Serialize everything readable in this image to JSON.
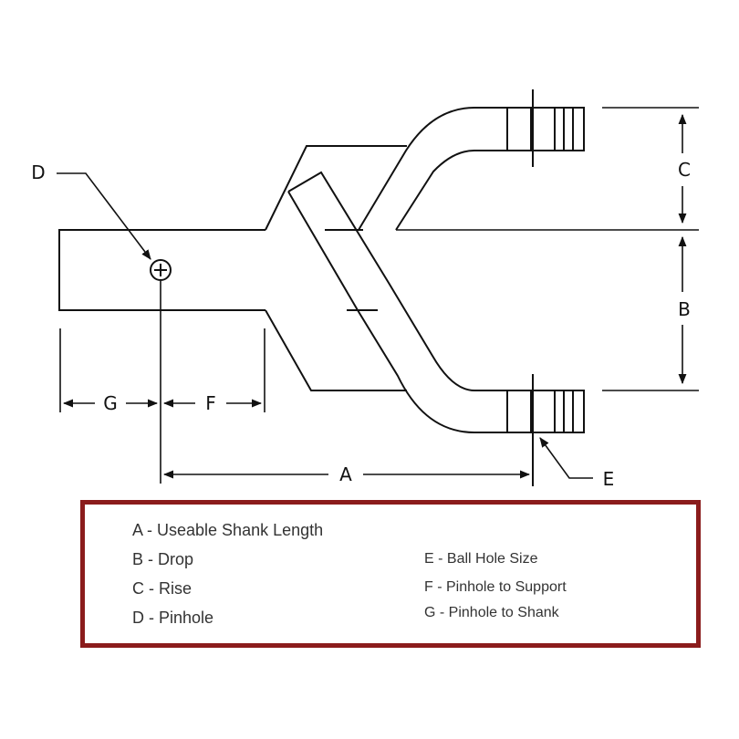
{
  "diagram": {
    "labels": {
      "a": "A",
      "b": "B",
      "c": "C",
      "d": "D",
      "e": "E",
      "f": "F",
      "g": "G"
    }
  },
  "legend": {
    "accent_color": "#8b1c1c",
    "left_items": [
      "A - Useable Shank Length",
      "B - Drop",
      "C - Rise",
      "D - Pinhole"
    ],
    "right_items": [
      "E - Ball Hole Size",
      "F - Pinhole to Support",
      "G - Pinhole to Shank"
    ]
  }
}
